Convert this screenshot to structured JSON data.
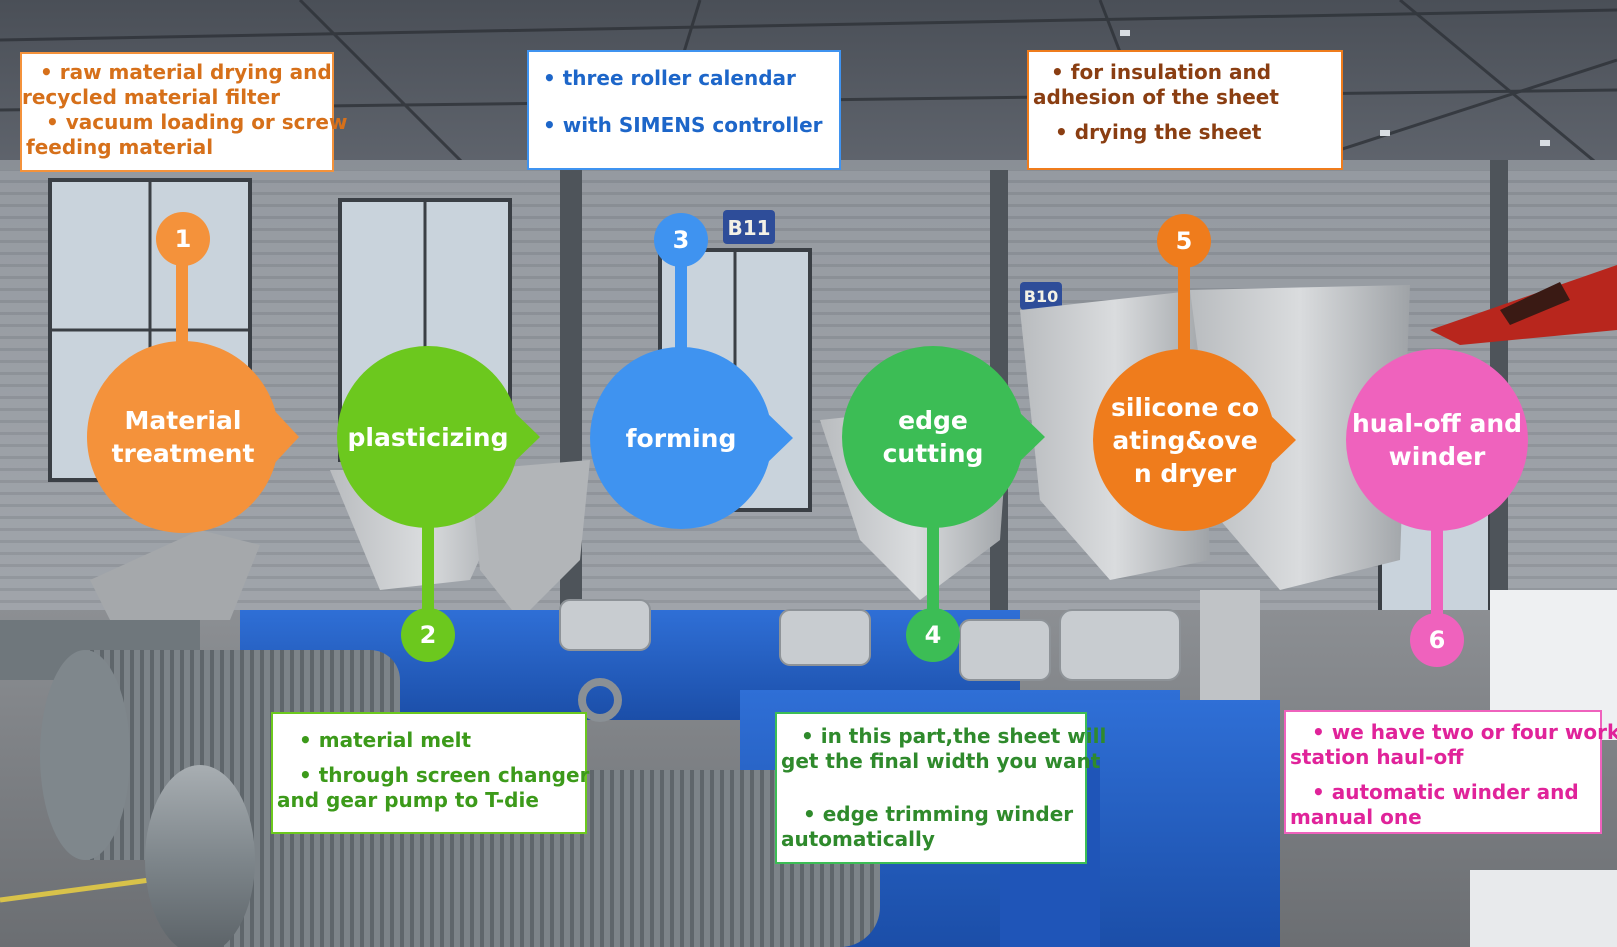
{
  "colors": {
    "orange": "#f4923b",
    "lime": "#6cc81e",
    "blue": "#3f93f0",
    "green": "#3cbd55",
    "deep_orange": "#ef7c1c",
    "pink": "#ef62bd"
  },
  "notes": {
    "material_treatment": [
      "• raw material drying and",
      "recycled material filter",
      "• vacuum loading or screw",
      "feeding material"
    ],
    "forming": [
      "• three roller calendar",
      "• with SIMENS  controller"
    ],
    "silicone": [
      "• for insulation and",
      "adhesion of the sheet",
      "• drying the sheet"
    ],
    "plasticizing": [
      "• material melt",
      "• through screen changer",
      "and gear pump to T-die"
    ],
    "edge_cutting": [
      "• in this part,the sheet will",
      "get the final width you want",
      "• edge trimming winder",
      "automatically"
    ],
    "haul_off": [
      "• we have two or four work",
      "station haul-off",
      "• automatic winder and",
      "manual one"
    ]
  },
  "stages": [
    {
      "number": "1",
      "label": "Material treatment",
      "color": "#f4923b"
    },
    {
      "number": "2",
      "label": "plasticizing",
      "color": "#6cc81e"
    },
    {
      "number": "3",
      "label": "forming",
      "color": "#3f93f0"
    },
    {
      "number": "4",
      "label": "edge cutting",
      "color": "#3cbd55"
    },
    {
      "number": "5",
      "label": "silicone coating&oven dryer",
      "color": "#ef7c1c"
    },
    {
      "number": "6",
      "label": "hual-off and winder",
      "color": "#ef62bd"
    }
  ],
  "photo": {
    "bay_signs": [
      "B11",
      "B10"
    ]
  }
}
